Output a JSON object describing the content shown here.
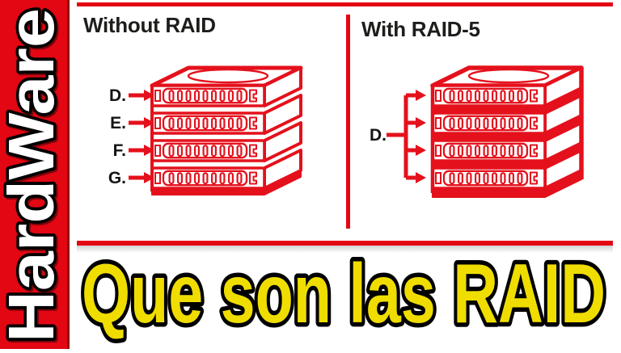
{
  "sidebar": {
    "brand": "HardWare",
    "bg_color": "#e30613",
    "text_color": "#ffffff",
    "outline_color": "#000000"
  },
  "panels": {
    "left": {
      "title": "Without RAID",
      "drive_labels": [
        "D.",
        "E.",
        "F.",
        "G."
      ]
    },
    "right": {
      "title": "With RAID-5",
      "shared_drive_label": "D."
    }
  },
  "caption": {
    "title": "Que son las RAID",
    "text_color": "#f0dd00",
    "outline_color": "#000000"
  },
  "colors": {
    "accent_red": "#e30613",
    "diagram_red": "#e4111c",
    "ink": "#1d1d1b"
  }
}
